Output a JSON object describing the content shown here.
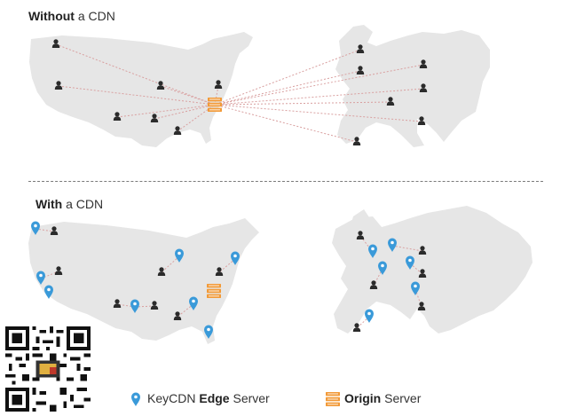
{
  "without_cdn": {
    "title_bold": "Without",
    "title_rest": " a CDN"
  },
  "with_cdn": {
    "title_bold": "With",
    "title_rest": " a CDN"
  },
  "legend": {
    "edge_prefix": "KeyCDN ",
    "edge_bold": "Edge",
    "edge_suffix": " Server",
    "origin_bold": "Origin",
    "origin_suffix": " Server"
  },
  "colors": {
    "map_land": "#e6e6e6",
    "user_icon": "#2b2b2b",
    "edge_pin": "#3a9ad9",
    "origin_server": "#f29a38",
    "connection_line": "#d9a0a0"
  },
  "icons": {
    "user": "person-icon",
    "edge": "map-pin-icon",
    "origin": "server-stack-icon",
    "qr": "qr-code-icon"
  }
}
